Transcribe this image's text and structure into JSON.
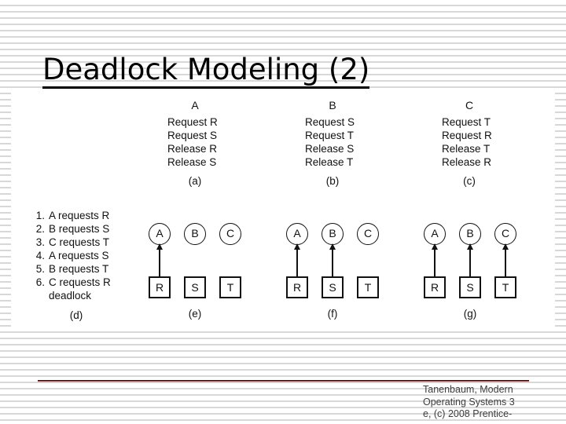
{
  "slide": {
    "title": "Deadlock Modeling (2)"
  },
  "sequences": {
    "columns": [
      {
        "process": "A",
        "steps": [
          "Request R",
          "Request S",
          "Release R",
          "Release S"
        ],
        "label": "(a)"
      },
      {
        "process": "B",
        "steps": [
          "Request S",
          "Request T",
          "Release S",
          "Release T"
        ],
        "label": "(b)"
      },
      {
        "process": "C",
        "steps": [
          "Request T",
          "Request R",
          "Release T",
          "Release R"
        ],
        "label": "(c)"
      }
    ]
  },
  "event_list": {
    "items": [
      {
        "num": "1.",
        "text": "A requests R"
      },
      {
        "num": "2.",
        "text": "B requests S"
      },
      {
        "num": "3.",
        "text": "C requests T"
      },
      {
        "num": "4.",
        "text": "A requests S"
      },
      {
        "num": "5.",
        "text": "B requests T"
      },
      {
        "num": "6.",
        "text": "C requests R"
      },
      {
        "num": "",
        "text": "deadlock"
      }
    ],
    "label": "(d)"
  },
  "graphs": [
    {
      "label": "(e)",
      "processes": [
        "A",
        "B",
        "C"
      ],
      "resources": [
        "R",
        "S",
        "T"
      ],
      "assignments": [
        "R→A"
      ]
    },
    {
      "label": "(f)",
      "processes": [
        "A",
        "B",
        "C"
      ],
      "resources": [
        "R",
        "S",
        "T"
      ],
      "assignments": [
        "R→A",
        "S→B"
      ]
    },
    {
      "label": "(g)",
      "processes": [
        "A",
        "B",
        "C"
      ],
      "resources": [
        "R",
        "S",
        "T"
      ],
      "assignments": [
        "R→A",
        "S→B",
        "T→C"
      ]
    }
  ],
  "footer": {
    "lines": [
      "Tanenbaum, Modern",
      "Operating Systems 3",
      "e, (c) 2008 Prentice-"
    ]
  },
  "colors": {
    "ruled_line": "#d8d8d8",
    "ink": "#111111",
    "footer_rule_dark": "#2f0a0a",
    "footer_rule_light": "#f0b4b4",
    "footer_text": "#3d3d3d"
  }
}
